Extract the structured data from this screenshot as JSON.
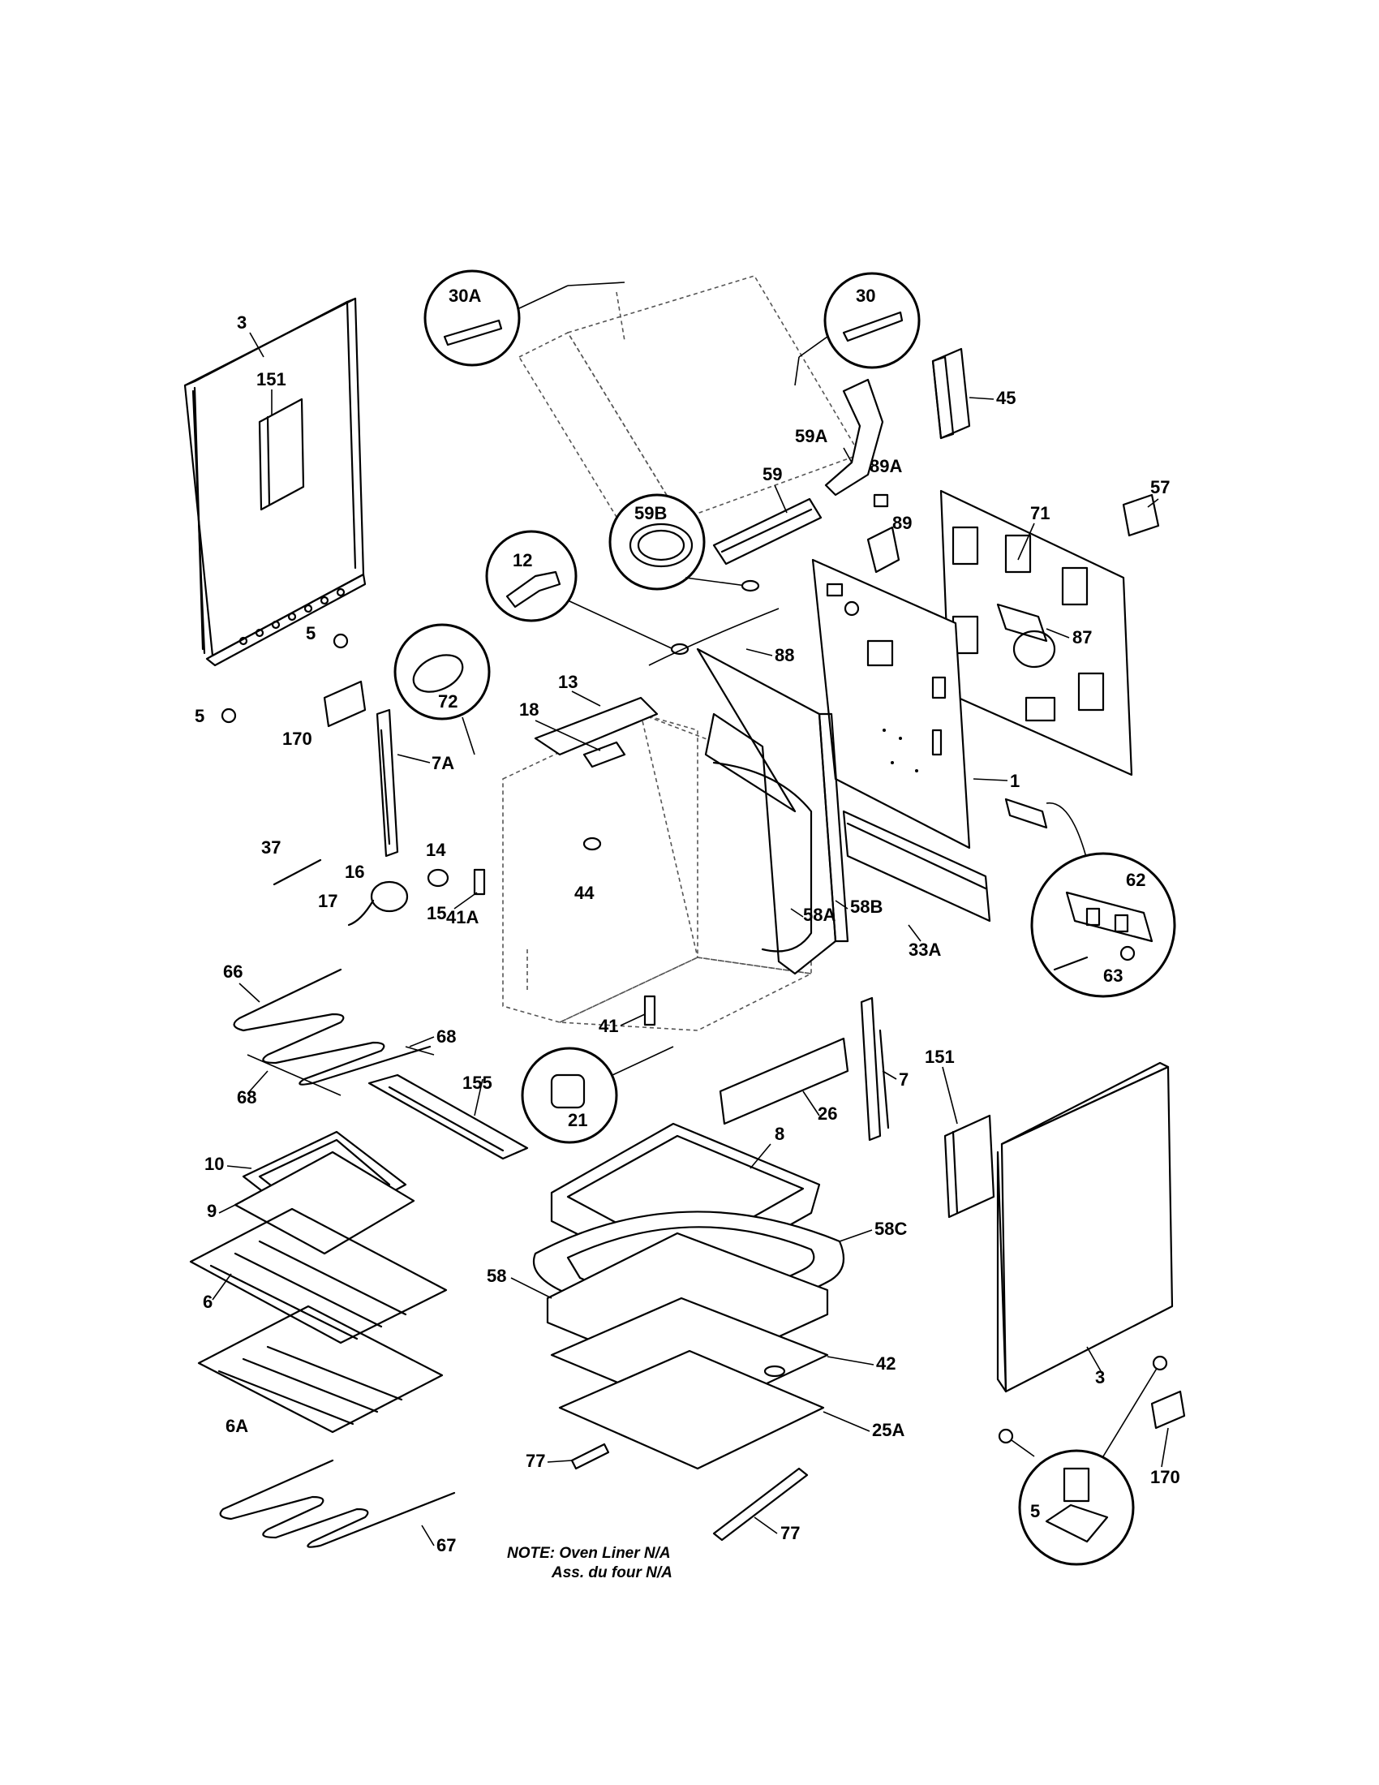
{
  "diagram": {
    "labels": {
      "l3a": "3",
      "l151a": "151",
      "l5a": "5",
      "l5b": "5",
      "l170a": "170",
      "l30A": "30A",
      "l30": "30",
      "l45": "45",
      "l59A": "59A",
      "l89A": "89A",
      "l59": "59",
      "l59B": "59B",
      "l71": "71",
      "l57": "57",
      "l89": "89",
      "l12": "12",
      "l87": "87",
      "l88": "88",
      "l72": "72",
      "l13": "13",
      "l18": "18",
      "l7A": "7A",
      "l1": "1",
      "l37": "37",
      "l14": "14",
      "l16": "16",
      "l17": "17",
      "l15": "15",
      "l44": "44",
      "l41A": "41A",
      "l58A": "58A",
      "l58B": "58B",
      "l62": "62",
      "l33A": "33A",
      "l63": "63",
      "l66": "66",
      "l68a": "68",
      "l68b": "68",
      "l41": "41",
      "l155": "155",
      "l21": "21",
      "l26": "26",
      "l7": "7",
      "l151b": "151",
      "l8": "8",
      "l10": "10",
      "l9": "9",
      "l58C": "58C",
      "l6": "6",
      "l58": "58",
      "l42": "42",
      "l3b": "3",
      "l6A": "6A",
      "l25A": "25A",
      "l77a": "77",
      "l170b": "170",
      "l5c": "5",
      "l77b": "77",
      "l67": "67"
    },
    "note": {
      "line1": "NOTE: Oven Liner N/A",
      "line2": "Ass. du four N/A"
    }
  }
}
